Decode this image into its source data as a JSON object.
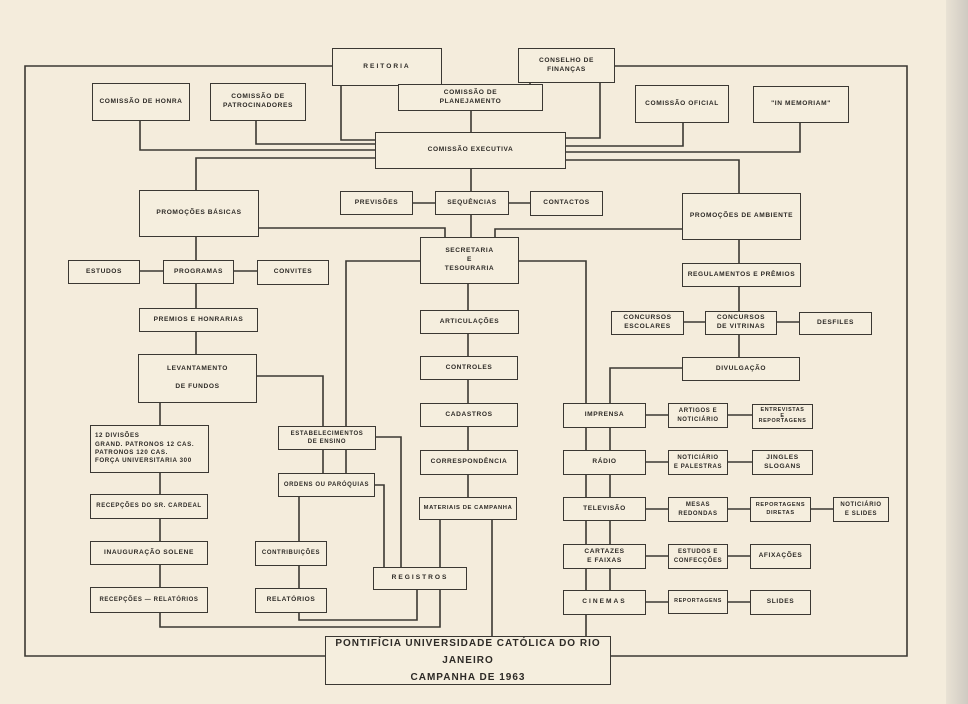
{
  "boxes": {
    "reitoria": "REITORIA",
    "conselho": "CONSELHO DE FINANÇAS",
    "planejamento": "COMISSÃO DE\nPLANEJAMENTO",
    "honra": "COMISSÃO DE HONRA",
    "patrocinadores": "COMISSÃO DE\nPATROCINADORES",
    "oficial": "COMISSÃO OFICIAL",
    "memoriam": "\"IN MEMORIAM\"",
    "executiva": "COMISSÃO EXECUTIVA",
    "promocoes_basicas": "PROMOÇÕES BÁSICAS",
    "previsoes": "PREVISÕES",
    "sequencias": "SEQUÊNCIAS",
    "contactos": "CONTACTOS",
    "promocoes_ambiente": "PROMOÇÕES DE AMBIENTE",
    "secretaria": "SECRETARIA\nE\nTESOURARIA",
    "estudos": "ESTUDOS",
    "programas": "PROGRAMAS",
    "convites": "CONVITES",
    "regulamentos": "REGULAMENTOS E PRÊMIOS",
    "premios": "PREMIOS E HONRARIAS",
    "articulacoes": "ARTICULAÇÕES",
    "concursos_escolares": "CONCURSOS\nESCOLARES",
    "concursos_vitrinas": "CONCURSOS\nDE VITRINAS",
    "desfiles": "DESFILES",
    "levantamento": "LEVANTAMENTO\n\nDE FUNDOS",
    "controles": "CONTROLES",
    "divulgacao": "DIVULGAÇÃO",
    "cadastros": "CADASTROS",
    "imprensa": "IMPRENSA",
    "artigos": "ARTIGOS E\nNOTICIÁRIO",
    "entrevistas": "ENTREVISTAS\nE\nREPORTAGENS",
    "divisoes": "        12 DIVISÕES\nGRAND. PATRONOS 12 CAS.\nPATRONOS       120 CAS.\nFORÇA UNIVERSITARIA 300",
    "estabelecimentos": "ESTABELECIMENTOS\nDE ENSINO",
    "correspondencia": "CORRESPONDÊNCIA",
    "radio": "RÁDIO",
    "noticiario_palestras": "NOTICIÁRIO\nE PALESTRAS",
    "jingles": "JINGLES\nSLOGANS",
    "ordens": "ORDENS OU PARÓQUIAS",
    "cardeal": "RECEPÇÕES DO SR. CARDEAL",
    "materiais": "MATERIAIS DE CAMPANHA",
    "televisao": "TELEVISÃO",
    "mesas": "MESAS\nREDONDAS",
    "reportagens_diretas": "REPORTAGENS\nDIRETAS",
    "noticiario_slides": "NOTICIÁRIO\nE SLIDES",
    "inauguracao": "INAUGURAÇÃO SOLENE",
    "contribuicoes": "CONTRIBUIÇÕES",
    "cartazes": "CARTAZES\nE FAIXAS",
    "estudos_confeccoes": "ESTUDOS E\nCONFECÇÕES",
    "afixacoes": "AFIXAÇÕES",
    "registros": "REGISTROS",
    "recepcoes_relatorios": "RECEPÇÕES — RELATÓRIOS",
    "relatorios": "RELATÓRIOS",
    "cinemas": "CINEMAS",
    "reportagens": "REPORTAGENS",
    "slides": "SLIDES",
    "puc": "PONTIFÍCIA UNIVERSIDADE CATÓLICA DO RIO JANEIRO\nCAMPANHA DE 1963"
  }
}
